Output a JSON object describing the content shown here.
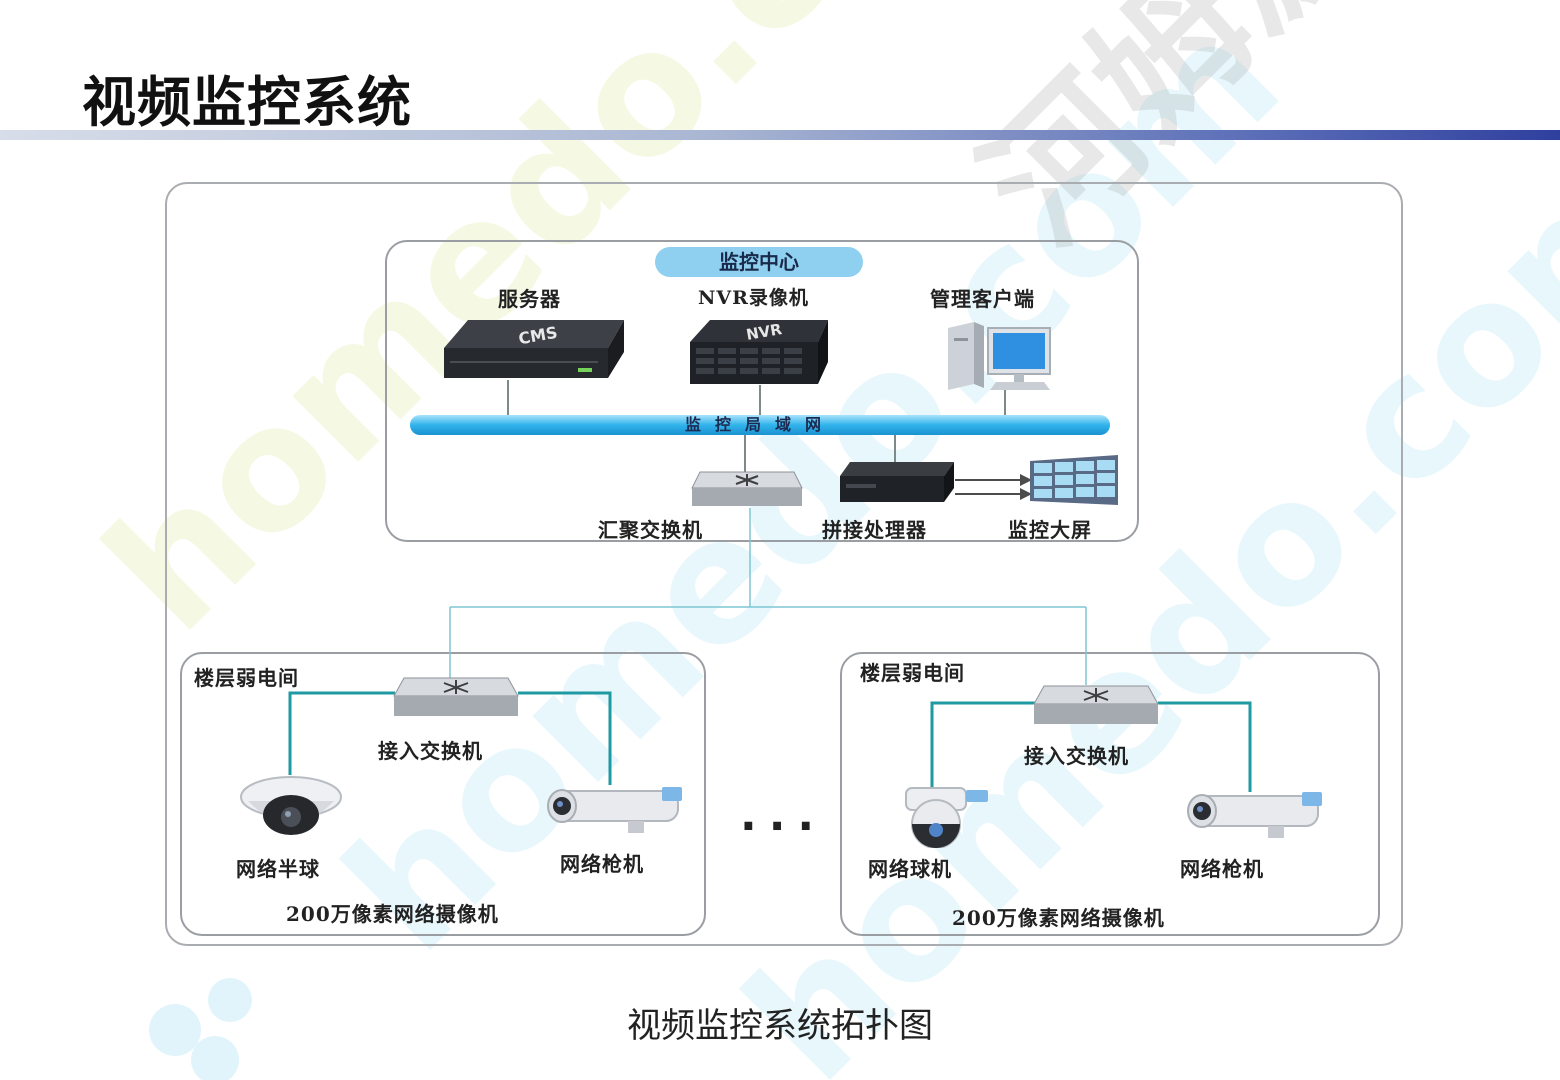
{
  "slide": {
    "title": "视频监控系统",
    "caption": "视频监控系统拓扑图"
  },
  "watermark": {
    "text": "homedo.com",
    "brand": "河姆渡"
  },
  "monitoring_center": {
    "title": "监控中心",
    "server_label": "服务器",
    "server_badge": "CMS",
    "nvr_label": "NVR录像机",
    "nvr_badge": "NVR",
    "client_label": "管理客户端",
    "lan_label": "监控局域网",
    "core_switch_label": "汇聚交换机",
    "splicer_label": "拼接处理器",
    "videowall_label": "监控大屏"
  },
  "floor_left": {
    "title": "楼层弱电间",
    "switch_label": "接入交换机",
    "camera1_label": "网络半球",
    "camera2_label": "网络枪机",
    "footer": "200万像素网络摄像机"
  },
  "floor_right": {
    "title": "楼层弱电间",
    "switch_label": "接入交换机",
    "camera1_label": "网络球机",
    "camera2_label": "网络枪机",
    "footer": "200万像素网络摄像机"
  },
  "ellipsis": "...",
  "colors": {
    "lan_bus": "#31b3ec",
    "pill": "#8fd0f0",
    "wire": "#2ca6a8",
    "title_bar": "#2f3f9e"
  }
}
